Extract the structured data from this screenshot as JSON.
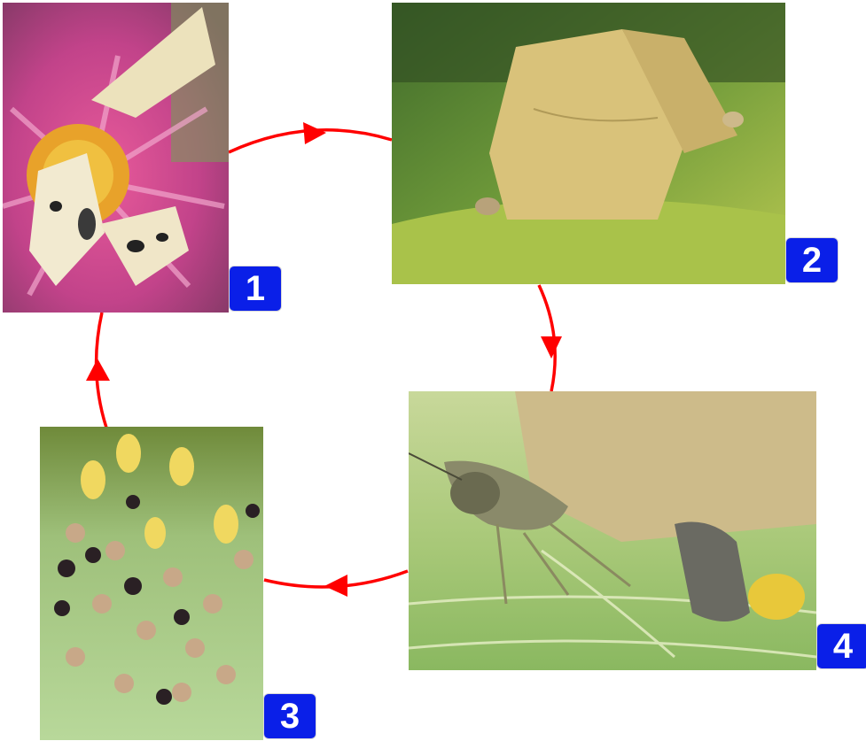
{
  "stages": [
    {
      "number": "1",
      "subject": "butterfly-on-flower"
    },
    {
      "number": "2",
      "subject": "butterflies-mating"
    },
    {
      "number": "3",
      "subject": "eggs-on-leaf"
    },
    {
      "number": "4",
      "subject": "butterfly-laying-eggs"
    }
  ],
  "colors": {
    "arrow": "#ff0000",
    "badge": "#0a1fe8",
    "badge_text": "#ffffff"
  }
}
